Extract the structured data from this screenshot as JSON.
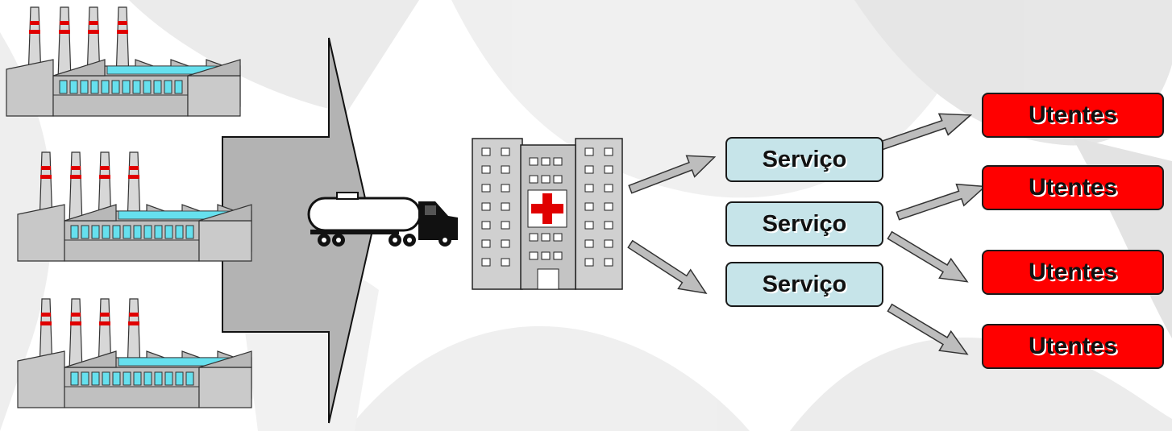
{
  "colors": {
    "service_fill": "#c6e4e9",
    "utentes_fill": "#ff0000",
    "arrow_fill": "#bdbdbd",
    "funnel_fill": "#b3b3b3",
    "factory_fill": "#c8c8c8",
    "window_cyan": "#66e0ee"
  },
  "icons": [
    "factory-icon",
    "funnel-shape",
    "tanker-truck-icon",
    "hospital-icon",
    "arrow-icon"
  ],
  "services": [
    "Serviço",
    "Serviço",
    "Serviço"
  ],
  "utentes": [
    "Utentes",
    "Utentes",
    "Utentes",
    "Utentes"
  ]
}
